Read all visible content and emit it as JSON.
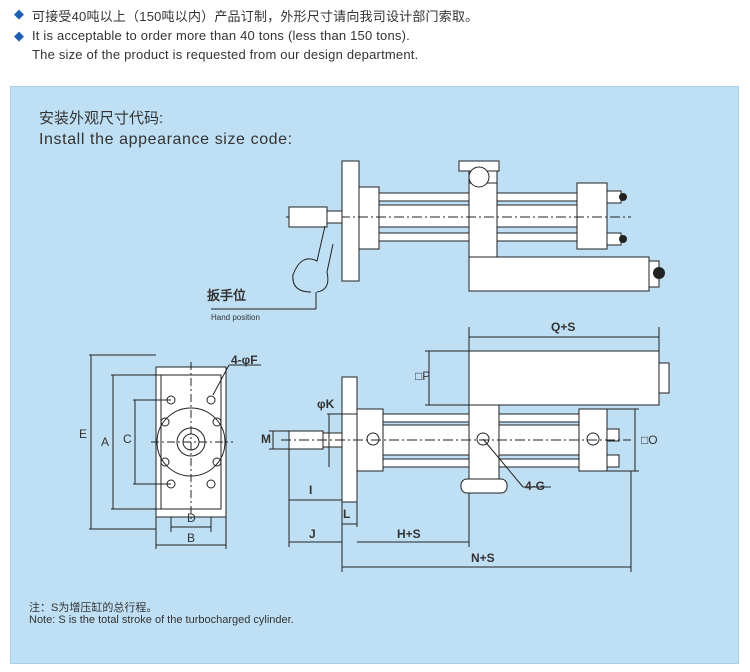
{
  "header": {
    "line1": "可接受40吨以上（150吨以内）产品订制，外形尺寸请向我司设计部门索取。",
    "line2": "It is acceptable to order more than 40 tons (less than 150 tons).",
    "line3": "The size of the product is requested from our design department.",
    "bullet_color": "#1f5fb0"
  },
  "diagram": {
    "title_cn": "安装外观尺寸代码:",
    "title_en": "Install the appearance size code:",
    "hand_cn": "扳手位",
    "hand_en": "Hand position",
    "dims": {
      "f": "4-φF",
      "e": "E",
      "a": "A",
      "c": "C",
      "d": "D",
      "b": "B",
      "m": "M",
      "k": "φK",
      "i": "I",
      "l": "L",
      "j": "J",
      "hs": "H+S",
      "ns": "N+S",
      "qs": "Q+S",
      "p": "□P",
      "o": "□O",
      "g": "4-G"
    },
    "panel_color": "#bfe0f4"
  },
  "note": {
    "cn": "注：S为增压缸的总行程。",
    "en": "Note: S is the total stroke of the turbocharged cylinder."
  }
}
